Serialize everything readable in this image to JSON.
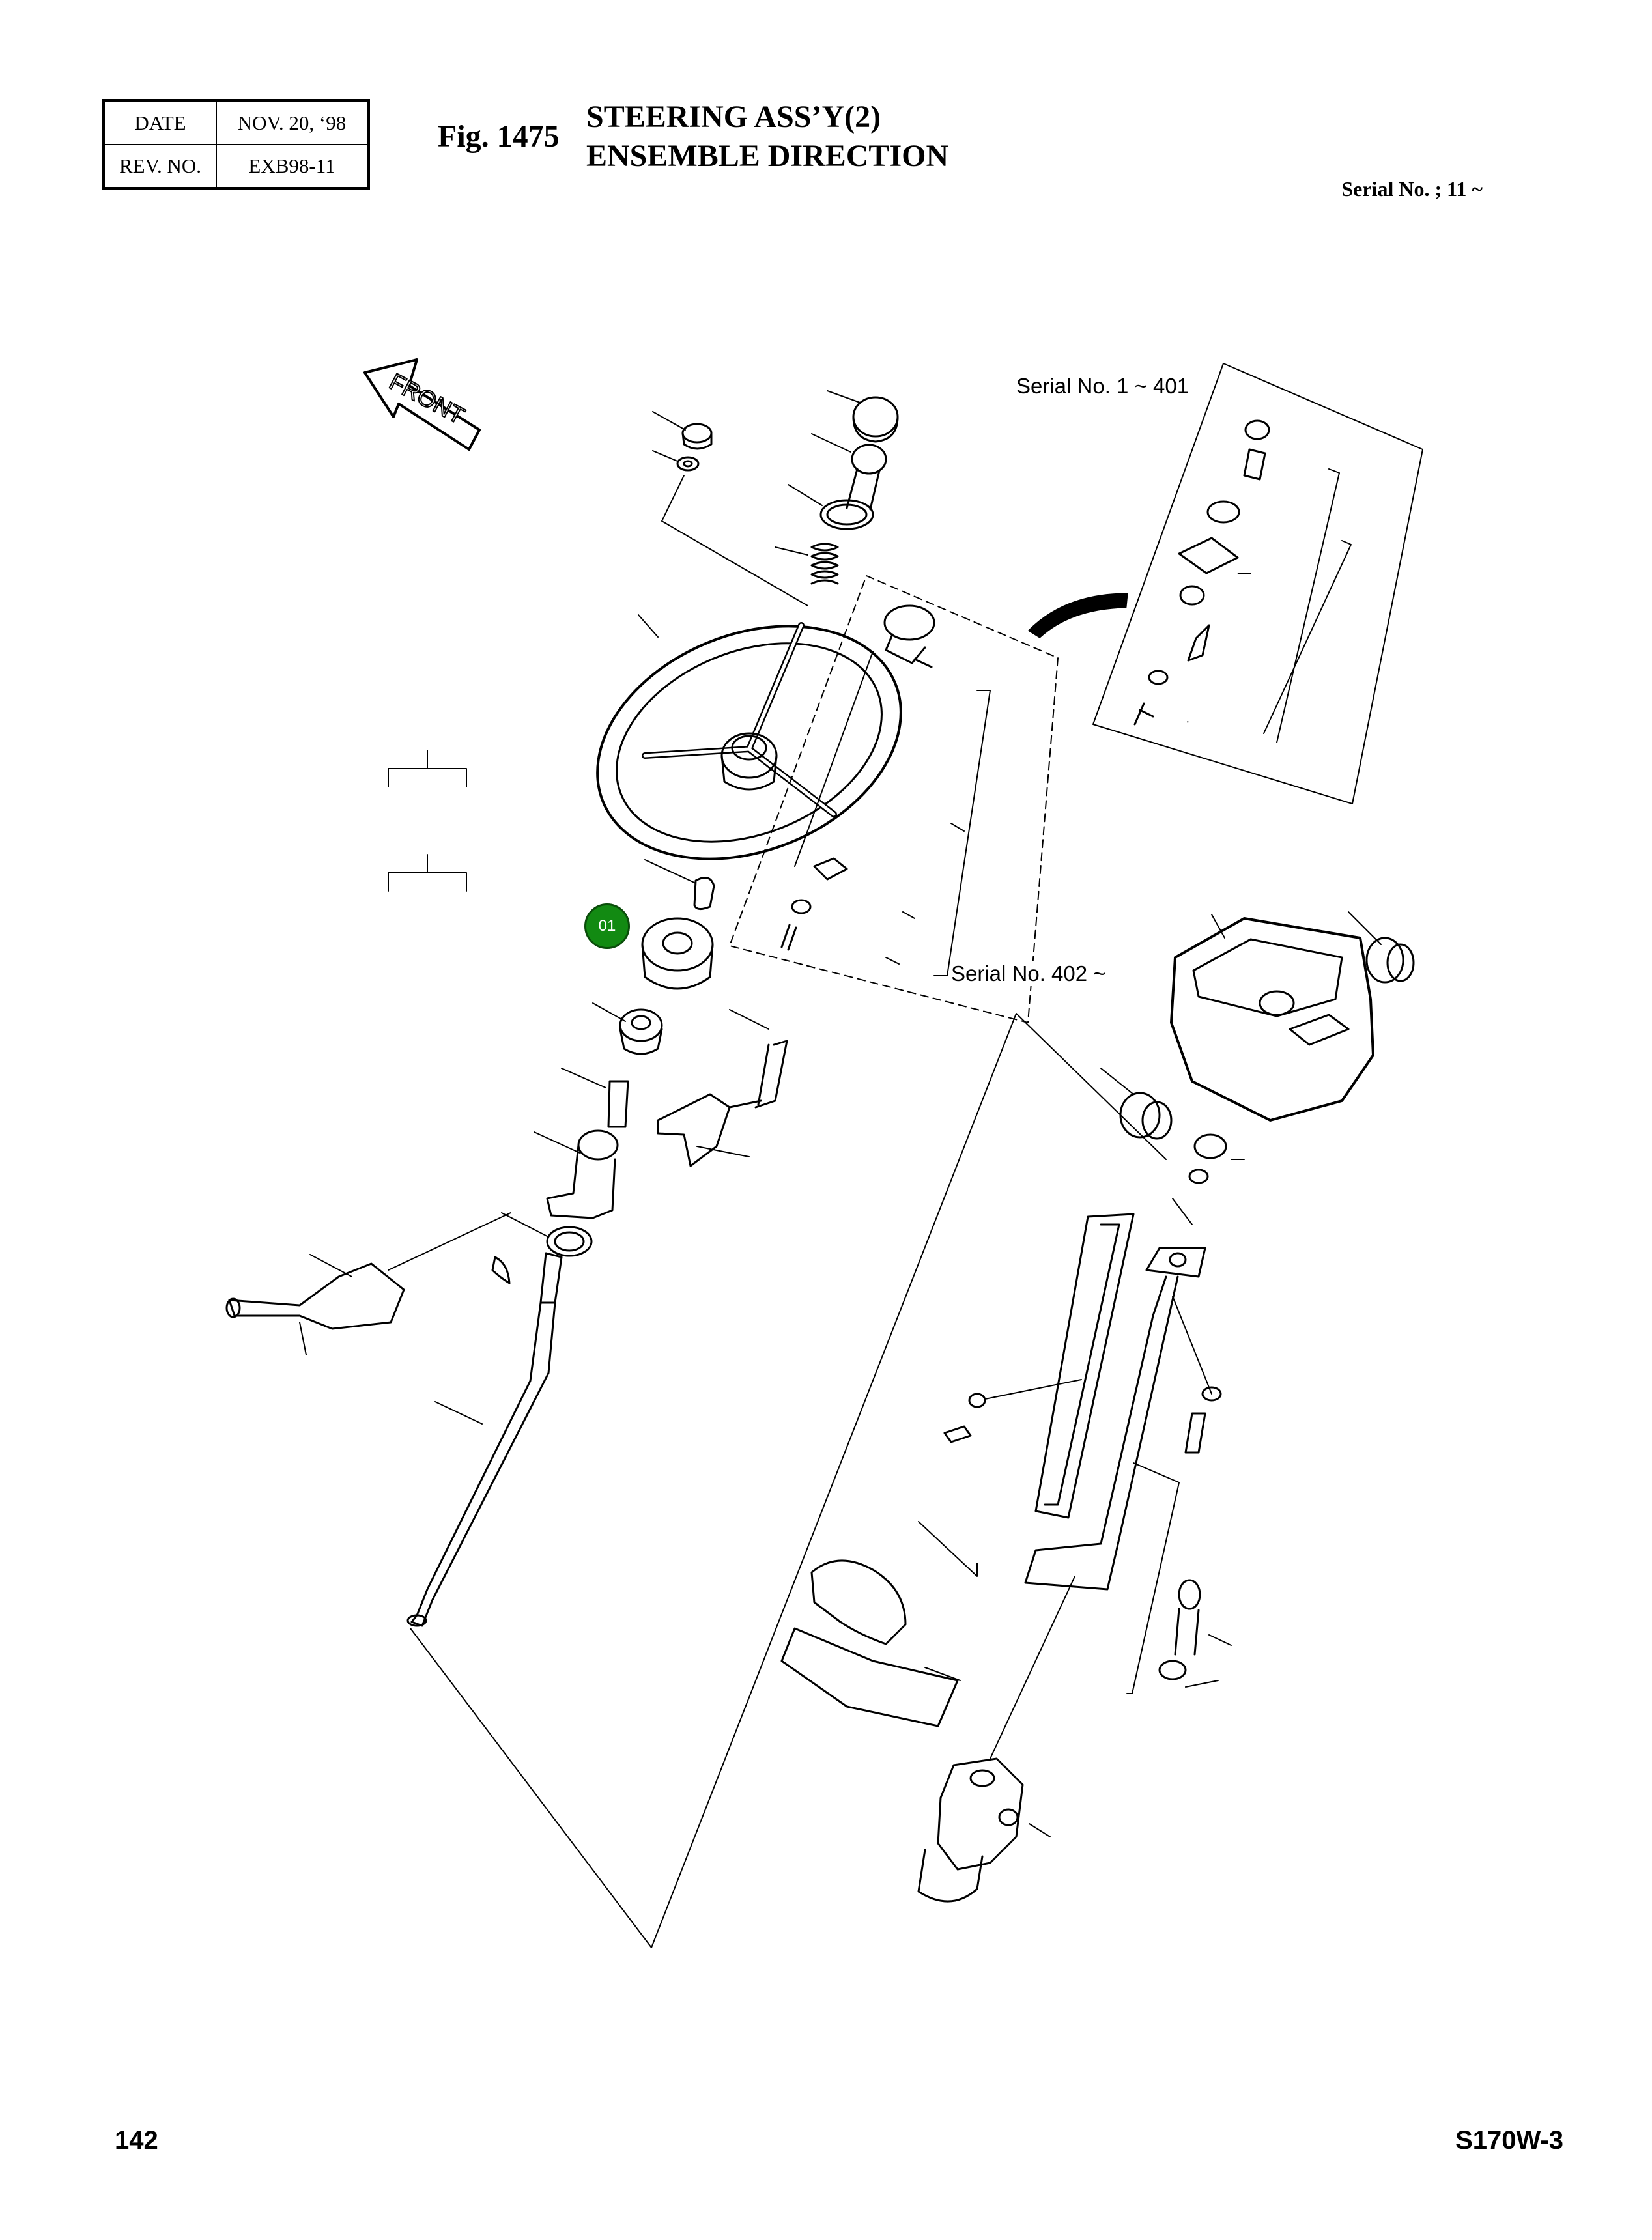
{
  "header": {
    "date_label": "DATE",
    "date_value": "NOV. 20, ‘98",
    "rev_label": "REV. NO.",
    "rev_value": "EXB98-11"
  },
  "figure": {
    "number": "Fig. 1475",
    "title_line1": "STEERING ASS’Y(2)",
    "title_line2": "ENSEMBLE DIRECTION",
    "serial_range": "Serial No. ; 11 ~"
  },
  "diagram": {
    "direction_label": "FRONT",
    "inset_serial_1": "Serial No. 1 ~ 401",
    "inset_serial_2": "Serial No. 402 ~",
    "hotspot_label": "01"
  },
  "footer": {
    "page_number": "142",
    "model": "S170W-3"
  },
  "colors": {
    "hotspot_fill": "#128a12",
    "line": "#000000"
  }
}
